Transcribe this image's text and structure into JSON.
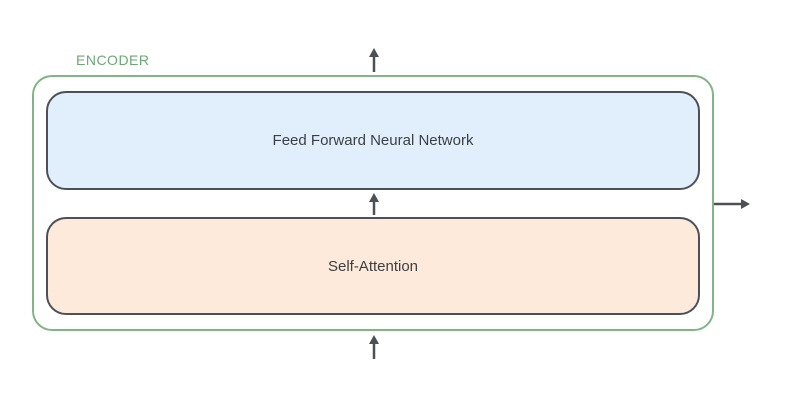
{
  "encoder": {
    "label": "ENCODER"
  },
  "layers": {
    "feed_forward": "Feed Forward Neural Network",
    "self_attention": "Self-Attention"
  },
  "colors": {
    "encoder_border": "#82b585",
    "layer_border": "#4d5156",
    "feed_forward_fill": "#e1effd",
    "self_attention_fill": "#fdeadb",
    "arrow": "#4d5156"
  }
}
